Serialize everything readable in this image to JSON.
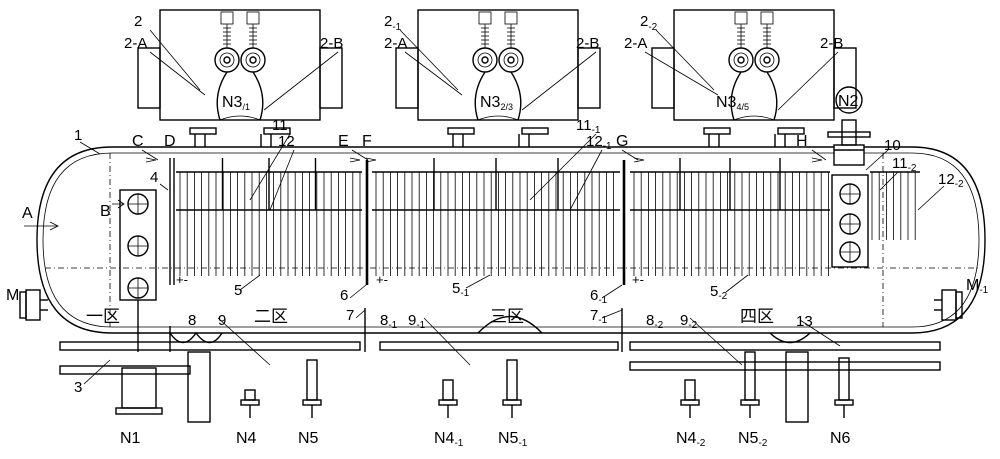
{
  "title": "",
  "labels": {
    "unit_top_1": "2",
    "unit_top_2": "2",
    "unit_top_2_sub": "-1",
    "unit_top_3": "2",
    "unit_top_3_sub": "-2",
    "a_left": "2-A",
    "b_left": "2-B",
    "a_mid": "2-A",
    "b_mid": "2-B",
    "a_right": "2-A",
    "b_right": "2-B",
    "n3_1": "N3",
    "n3_1_sub": "/1",
    "n3_2": "N3",
    "n3_2_sub": "2/3",
    "n3_3": "N3",
    "n3_3_sub": "4/5",
    "n2": "N2",
    "c": "C",
    "d": "D",
    "e": "E",
    "f": "F",
    "g": "G",
    "h": "H",
    "one": "1",
    "a_arrow": "A",
    "b_arrow": "B",
    "m_left": "M",
    "m_right": "M",
    "m_right_sub": "-1",
    "n1": "N1",
    "n4": "N4",
    "n5": "N5",
    "n4_1": "N4",
    "n4_1_sub": "-1",
    "n5_1": "N5",
    "n5_1_sub": "-1",
    "n4_2": "N4",
    "n4_2_sub": "-2",
    "n5_2": "N5",
    "n5_2_sub": "-2",
    "n6": "N6",
    "l3": "3",
    "l4": "4",
    "l5": "5",
    "l5_1": "5",
    "l5_1_sub": "-1",
    "l5_2": "5",
    "l5_2_sub": "-2",
    "l6": "6",
    "l6_1": "6",
    "l6_1_sub": "-1",
    "l7": "7",
    "l7_1": "7",
    "l7_1_sub": "-1",
    "l8": "8",
    "l8_1": "8",
    "l8_1_sub": "-1",
    "l8_2": "8",
    "l8_2_sub": "-2",
    "l9": "9",
    "l9_1": "9",
    "l9_1_sub": "-1",
    "l9_2": "9",
    "l9_2_sub": "-2",
    "l10": "10",
    "l11": "11",
    "l11_1": "11",
    "l11_1_sub": "-1",
    "l11_2": "11",
    "l11_2_sub": "-2",
    "l12": "12",
    "l12_1": "12",
    "l12_1_sub": "-1",
    "l12_2": "12",
    "l12_2_sub": "-2",
    "l13": "13",
    "zone1": "一区",
    "zone2": "二区",
    "zone3": "三区",
    "zone4": "四区",
    "plusminus": "+-"
  }
}
